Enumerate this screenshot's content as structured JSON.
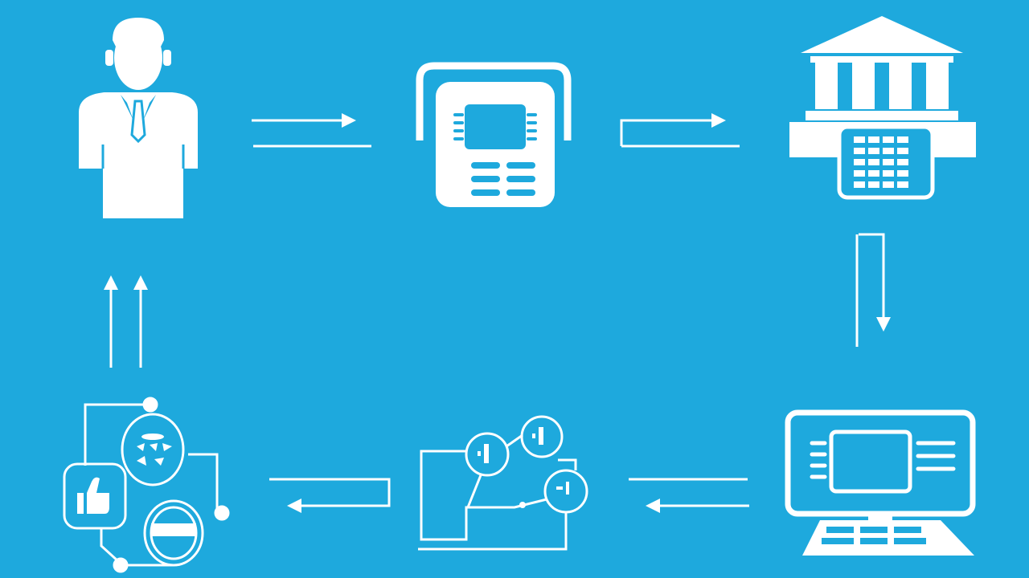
{
  "colors": {
    "background": "#1ea9dd",
    "foreground": "#ffffff"
  },
  "nodes": [
    {
      "id": "person",
      "icon": "businessman-icon"
    },
    {
      "id": "atm",
      "icon": "atm-terminal-icon"
    },
    {
      "id": "bank",
      "icon": "bank-building-icon"
    },
    {
      "id": "computer",
      "icon": "computer-terminal-icon"
    },
    {
      "id": "network",
      "icon": "connected-nodes-icon"
    },
    {
      "id": "feedback",
      "icon": "thumbs-up-cluster-icon"
    }
  ],
  "flow": [
    "person",
    "atm",
    "bank",
    "computer",
    "network",
    "feedback",
    "person"
  ]
}
